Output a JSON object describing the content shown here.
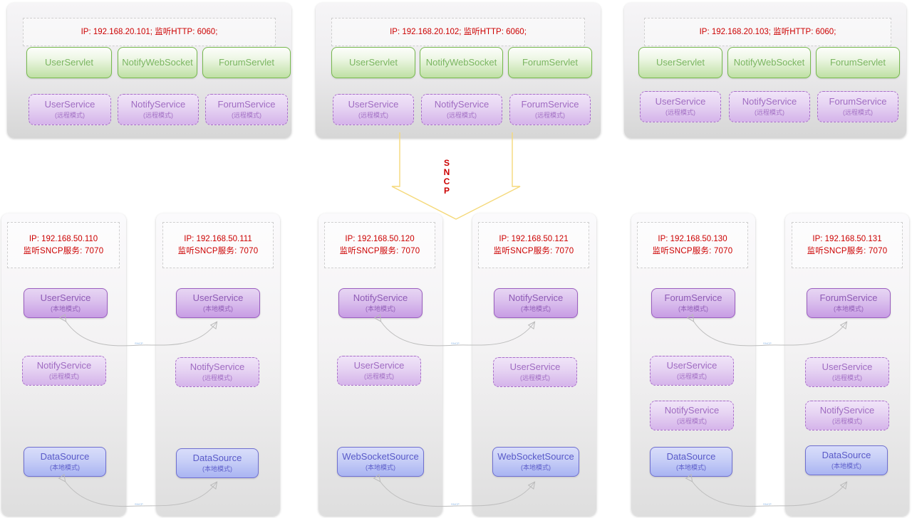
{
  "diagram": {
    "protocol_label": "SNCP",
    "connector_label": "SNCP",
    "colors": {
      "header_text": "#cc0000",
      "green_border": "#77b94e",
      "green_text": "#7bb661",
      "purple_border": "#9b5fc0",
      "purple_text": "#8e5bb5",
      "blue_border": "#6f6fd0",
      "blue_text": "#5a5ac8",
      "connector_label": "#8ab6e8",
      "arrow_stroke": "#f5d97a"
    },
    "modes": {
      "local": "(本地模式)",
      "remote": "(远程模式)"
    },
    "web_tier": [
      {
        "id": "web-101",
        "header": "IP: 192.168.20.101;  监听HTTP: 6060;",
        "servlets": [
          "UserServlet",
          "NotifyWebSocket",
          "ForumServlet"
        ],
        "services": [
          {
            "name": "UserService",
            "mode": "(远程模式)"
          },
          {
            "name": "NotifyService",
            "mode": "(远程模式)"
          },
          {
            "name": "ForumService",
            "mode": "(远程模式)"
          }
        ]
      },
      {
        "id": "web-102",
        "header": "IP: 192.168.20.102;  监听HTTP: 6060;",
        "servlets": [
          "UserServlet",
          "NotifyWebSocket",
          "ForumServlet"
        ],
        "services": [
          {
            "name": "UserService",
            "mode": "(远程模式)"
          },
          {
            "name": "NotifyService",
            "mode": "(远程模式)"
          },
          {
            "name": "ForumService",
            "mode": "(远程模式)"
          }
        ]
      },
      {
        "id": "web-103",
        "header": "IP: 192.168.20.103;  监听HTTP: 6060;",
        "servlets": [
          "UserServlet",
          "NotifyWebSocket",
          "ForumServlet"
        ],
        "services": [
          {
            "name": "UserService",
            "mode": "(远程模式)"
          },
          {
            "name": "NotifyService",
            "mode": "(远程模式)"
          },
          {
            "name": "ForumService",
            "mode": "(远程模式)"
          }
        ]
      }
    ],
    "service_tier": [
      {
        "id": "svc-110",
        "header_line1": "IP: 192.168.50.110",
        "header_line2": "监听SNCP服务: 7070",
        "boxes": [
          {
            "name": "UserService",
            "mode": "(本地模式)",
            "style": "purple-solid"
          },
          {
            "name": "NotifyService",
            "mode": "(远程模式)",
            "style": "purple-dashed"
          },
          {
            "name": "DataSource",
            "mode": "(本地模式)",
            "style": "blue"
          }
        ]
      },
      {
        "id": "svc-111",
        "header_line1": "IP: 192.168.50.111",
        "header_line2": "监听SNCP服务: 7070",
        "boxes": [
          {
            "name": "UserService",
            "mode": "(本地模式)",
            "style": "purple-solid"
          },
          {
            "name": "NotifyService",
            "mode": "(远程模式)",
            "style": "purple-dashed"
          },
          {
            "name": "DataSource",
            "mode": "(本地模式)",
            "style": "blue"
          }
        ]
      },
      {
        "id": "svc-120",
        "header_line1": "IP: 192.168.50.120",
        "header_line2": "监听SNCP服务: 7070",
        "boxes": [
          {
            "name": "NotifyService",
            "mode": "(本地模式)",
            "style": "purple-solid"
          },
          {
            "name": "UserService",
            "mode": "(远程模式)",
            "style": "purple-dashed"
          },
          {
            "name": "WebSocketSource",
            "mode": "(本地模式)",
            "style": "blue"
          }
        ]
      },
      {
        "id": "svc-121",
        "header_line1": "IP: 192.168.50.121",
        "header_line2": "监听SNCP服务: 7070",
        "boxes": [
          {
            "name": "NotifyService",
            "mode": "(本地模式)",
            "style": "purple-solid"
          },
          {
            "name": "UserService",
            "mode": "(远程模式)",
            "style": "purple-dashed"
          },
          {
            "name": "WebSocketSource",
            "mode": "(本地模式)",
            "style": "blue"
          }
        ]
      },
      {
        "id": "svc-130",
        "header_line1": "IP: 192.168.50.130",
        "header_line2": "监听SNCP服务: 7070",
        "boxes": [
          {
            "name": "ForumService",
            "mode": "(本地模式)",
            "style": "purple-solid"
          },
          {
            "name": "UserService",
            "mode": "(远程模式)",
            "style": "purple-dashed"
          },
          {
            "name": "NotifyService",
            "mode": "(远程模式)",
            "style": "purple-dashed"
          },
          {
            "name": "DataSource",
            "mode": "(本地模式)",
            "style": "blue"
          }
        ]
      },
      {
        "id": "svc-131",
        "header_line1": "IP: 192.168.50.131",
        "header_line2": "监听SNCP服务: 7070",
        "boxes": [
          {
            "name": "ForumService",
            "mode": "(本地模式)",
            "style": "purple-solid"
          },
          {
            "name": "UserService",
            "mode": "(远程模式)",
            "style": "purple-dashed"
          },
          {
            "name": "NotifyService",
            "mode": "(远程模式)",
            "style": "purple-dashed"
          },
          {
            "name": "DataSource",
            "mode": "(本地模式)",
            "style": "blue"
          }
        ]
      }
    ]
  }
}
